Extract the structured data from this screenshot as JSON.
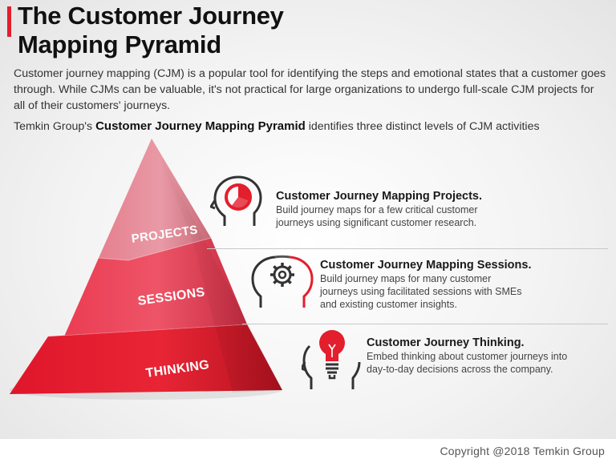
{
  "header": {
    "title_line1": "The Customer Journey",
    "title_line2": "Mapping Pyramid"
  },
  "intro": {
    "paragraph": "Customer journey mapping (CJM) is a popular tool for identifying the steps and emotional states that a customer goes through. While CJMs can be valuable, it's not practical for large organizations to undergo full-scale CJM projects for all of their customers' journeys.",
    "lead_prefix": "Temkin Group's",
    "lead_bold": "Customer Journey Mapping Pyramid",
    "lead_suffix": "identifies three distinct levels of CJM activities"
  },
  "pyramid": {
    "levels": [
      {
        "label": "PROJECTS",
        "color": "#e3909c"
      },
      {
        "label": "SESSIONS",
        "color": "#e8445a"
      },
      {
        "label": "THINKING",
        "color": "#e31e2d"
      }
    ]
  },
  "descriptions": [
    {
      "title": "Customer Journey Mapping Projects.",
      "line1": "Build journey maps for a few critical customer",
      "line2": "journeys using significant customer research.",
      "icon": "pie-chart-head-icon"
    },
    {
      "title": "Customer Journey Mapping Sessions.",
      "line1": "Build journey maps for many customer",
      "line2": "journeys using facilitated sessions with SMEs",
      "line3": "and existing customer insights.",
      "icon": "gear-head-icon"
    },
    {
      "title": "Customer Journey Thinking.",
      "line1": "Embed thinking about customer journeys into",
      "line2": "day-to-day decisions across the company.",
      "icon": "lightbulb-head-icon"
    }
  ],
  "footer": {
    "copyright": "Copyright @2018 Temkin Group"
  },
  "colors": {
    "accent": "#e31e2d",
    "icon_dark": "#333333"
  }
}
